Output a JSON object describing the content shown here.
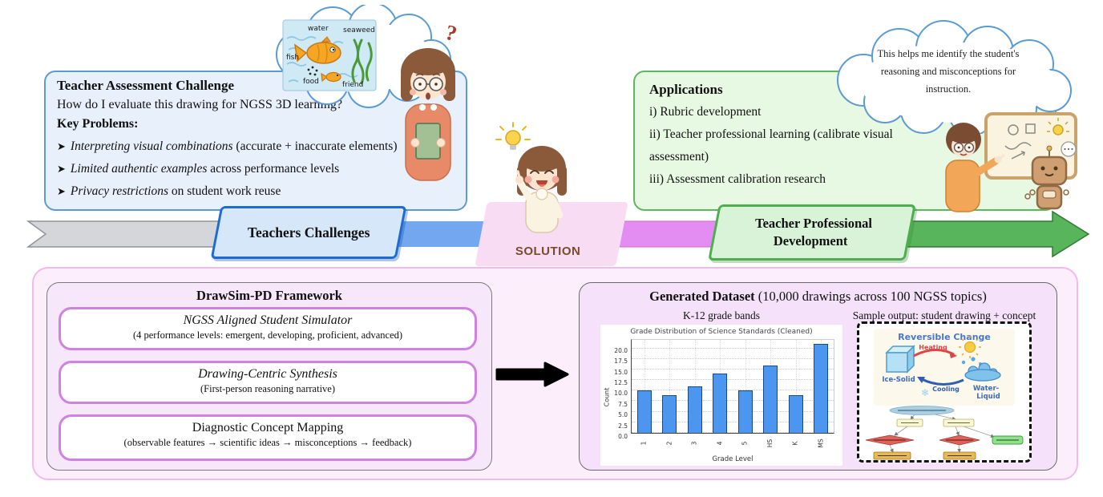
{
  "challenge_box": {
    "title": "Teacher Assessment Challenge",
    "question": "How do I evaluate this drawing for NGSS 3D learning?",
    "key_problems": "Key Problems:",
    "bullet_glyph": "➤",
    "bullets": [
      {
        "italic": "Interpreting visual combinations",
        "rest": " (accurate + inaccurate elements)"
      },
      {
        "italic": "Limited authentic examples",
        "rest": " across performance levels"
      },
      {
        "italic": "Privacy restrictions",
        "rest": " on student work reuse"
      }
    ]
  },
  "student_drawing_labels": {
    "water": "water",
    "seaweed": "seaweed",
    "fish": "fish",
    "food": "food",
    "friend": "friend"
  },
  "question_mark": "?",
  "banner": {
    "teachers_challenges": "Teachers Challenges",
    "solution": "SOLUTION",
    "tpd_line1": "Teacher Professional",
    "tpd_line2": "Development"
  },
  "applications_box": {
    "title": "Applications",
    "items": [
      "i) Rubric development",
      "ii) Teacher professional learning (calibrate visual assessment)",
      "iii) Assessment calibration research"
    ]
  },
  "speech_bubble": {
    "line1": "This helps me identify the student's",
    "line2": "reasoning and misconceptions for",
    "line3": "instruction."
  },
  "framework_box": {
    "title": "DrawSim-PD Framework",
    "stages": [
      {
        "title": "NGSS Aligned Student Simulator",
        "subtitle": "(4 performance levels: emergent, developing, proficient, advanced)"
      },
      {
        "title": "Drawing-Centric Synthesis",
        "subtitle": "(First-person reasoning narrative)"
      },
      {
        "title": "Diagnostic Concept Mapping",
        "subtitle": "(observable features → scientific ideas → misconceptions → feedback)"
      }
    ]
  },
  "dataset_box": {
    "title_bold": "Generated Dataset",
    "title_rest": " (10,000 drawings across 100 NGSS topics)",
    "left_caption": "K-12 grade bands",
    "right_caption": "Sample output: student drawing + concept map"
  },
  "chart_data": {
    "type": "bar",
    "title": "Grade Distribution of Science Standards (Cleaned)",
    "categories": [
      "1",
      "2",
      "3",
      "4",
      "5",
      "HS",
      "K",
      "MS"
    ],
    "values": [
      10,
      9,
      11,
      14,
      10,
      16,
      9,
      21
    ],
    "xlabel": "Grade Level",
    "ylabel": "Count",
    "yticks": [
      0.0,
      2.5,
      5.0,
      7.5,
      10.0,
      12.5,
      15.0,
      17.5,
      20.0
    ],
    "ylim": [
      0,
      22
    ],
    "grid": true,
    "legend": "none",
    "bar_color": "#4d96f0",
    "bar_edge": "#17498f"
  },
  "sample_output": {
    "title": "Reversible Change",
    "heating": "Heating",
    "cooling": "Cooling",
    "ice_label": "Ice-Solid",
    "water_label_1": "Water-",
    "water_label_2": "Liquid",
    "snowflake": "❄"
  },
  "colors": {
    "band_gray": "#d4d6da",
    "band_blue": "#73a7f0",
    "band_magenta": "#e38df2",
    "band_green": "#58b55c",
    "challenge_bg": "#e7f0fb",
    "apps_bg": "#e7f8e3",
    "bottom_bg": "#fdeefc",
    "framework_bg": "#f6e7fb",
    "dataset_bg": "#f5e2fa",
    "stage_border": "#cf82e0",
    "solution_bg": "#f8dcf4"
  }
}
